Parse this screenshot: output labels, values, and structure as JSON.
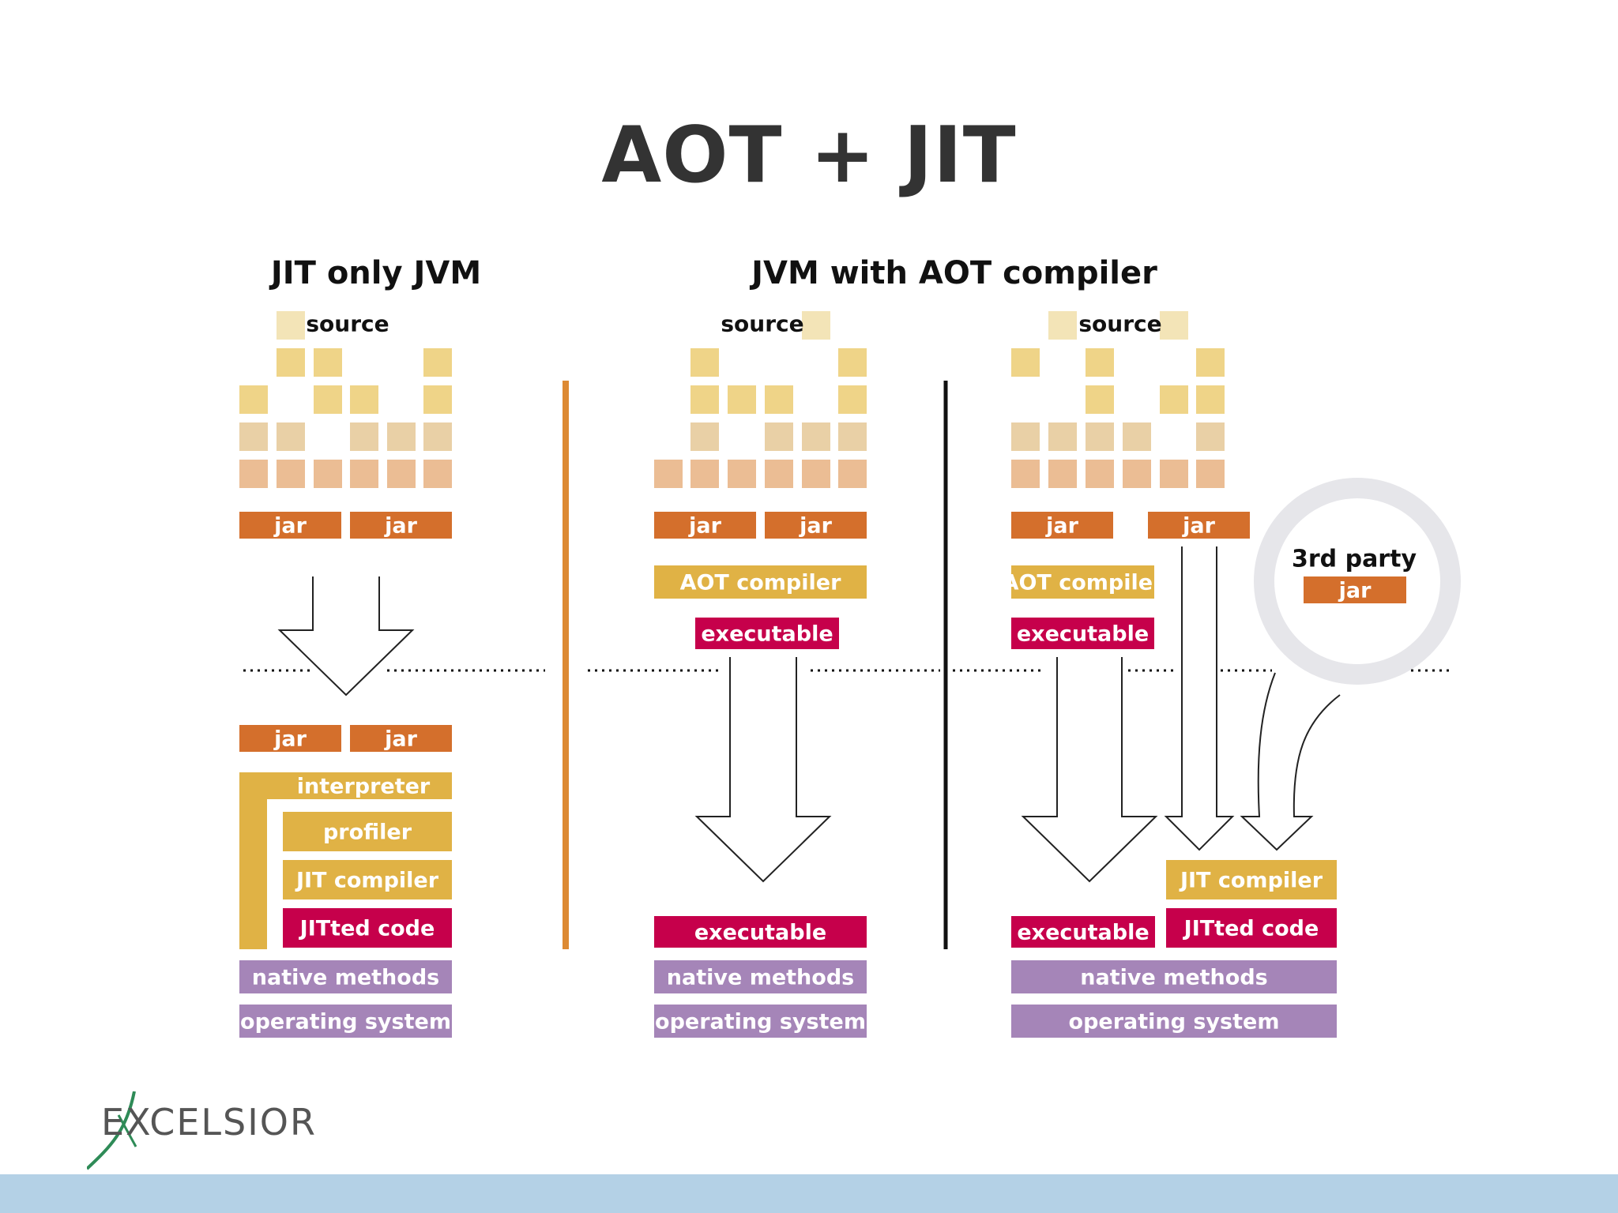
{
  "slide": {
    "title": "AOT + JIT",
    "logo_text": "EXCELSIOR"
  },
  "panels": {
    "left": {
      "heading": "JIT only JVM"
    },
    "right": {
      "heading": "JVM with AOT compiler"
    }
  },
  "labels": {
    "source": "source",
    "jar": "jar",
    "aot_compiler": "AOT compiler",
    "executable": "executable",
    "interpreter": "interpreter",
    "profiler": "profiler",
    "jit_compiler": "JIT compiler",
    "jitted_code": "JITted code",
    "native_methods": "native methods",
    "operating_system": "operating system",
    "third_party": "3rd party"
  },
  "colors": {
    "jar": "#d46f2c",
    "compiler": "#e0b245",
    "executable": "#c6004b",
    "platform": "#a585b8",
    "divider_orange": "#dd8a33",
    "divider_black": "#111111",
    "source_light": "#f3e4b7",
    "source_yellow": "#efd488",
    "source_tan": "#e9d0a6",
    "source_peach": "#ebbd94",
    "circle_ring": "#e6e6ea",
    "bottom_bar": "#b4d1e6",
    "logo_accent": "#2e8b57"
  }
}
